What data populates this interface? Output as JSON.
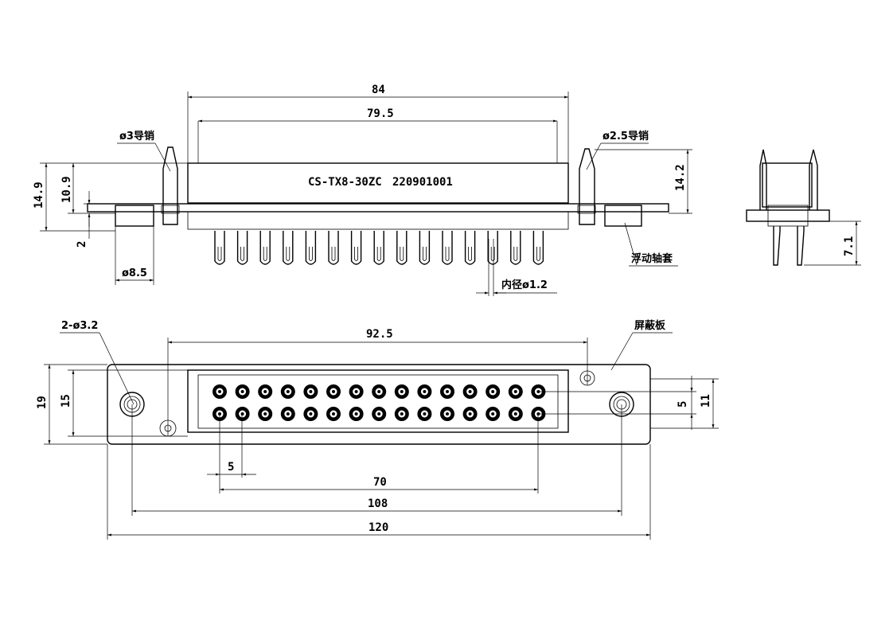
{
  "part_marking": {
    "model": "CS-TX8-30ZC",
    "code": "220901001"
  },
  "callouts": {
    "guide_pin_left": "ø3导销",
    "guide_pin_right": "ø2.5导销",
    "floating_bushing": "浮动轴套",
    "inner_diameter": "内径ø1.2",
    "shield_plate": "屏蔽板",
    "mount_holes": "2-ø3.2"
  },
  "dimensions": {
    "top_84": "84",
    "top_79_5": "79.5",
    "height_14_9": "14.9",
    "height_10_9": "10.9",
    "height_14_2": "14.2",
    "flange_2": "2",
    "bushing_8_5": "ø8.5",
    "side_7_1": "7.1",
    "bottom_92_5": "92.5",
    "bottom_19": "19",
    "bottom_15": "15",
    "bottom_5_v": "5",
    "bottom_11": "11",
    "pitch_5": "5",
    "span_70": "70",
    "span_108": "108",
    "span_120": "120"
  }
}
